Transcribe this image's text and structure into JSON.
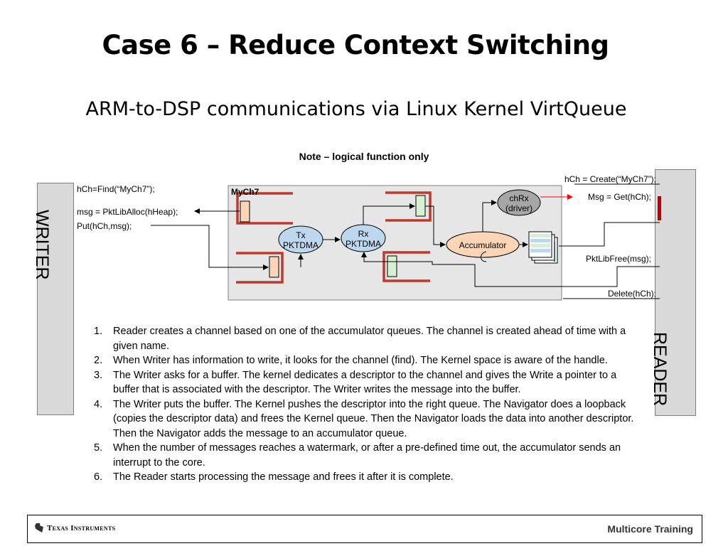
{
  "header": {
    "title": "Case 6 – Reduce Context Switching",
    "subtitle": "ARM-to-DSP communications via Linux Kernel VirtQueue",
    "note": "Note – logical function only"
  },
  "diagram": {
    "writer_label": "WRITER",
    "reader_label": "READER",
    "kernel_box_label": "MyCh7",
    "writer_calls": {
      "find": "hCh=Find(“MyCh7”);",
      "alloc": "msg = PktLibAlloc(hHeap);",
      "put": "Put(hCh,msg);"
    },
    "reader_calls": {
      "create": "hCh = Create(“MyCh7”);",
      "get": "Msg = Get(hCh);",
      "free": "PktLibFree(msg);",
      "delete": "Delete(hCh);"
    },
    "nodes": {
      "tx_line1": "Tx",
      "tx_line2": "PKTDMA",
      "rx_line1": "Rx",
      "rx_line2": "PKTDMA",
      "accumulator": "Accumulator",
      "chrx_line1": "chRx",
      "chrx_line2": "(driver)"
    },
    "colors": {
      "queue_red": "#c0392b",
      "tx_rx_fill": "#bdd7ee",
      "accumulator_fill": "#fbd5b5",
      "chrx_fill": "#a6a6a6",
      "kernel_fill": "#e7e6e6",
      "side_fill": "#d9d9d9",
      "interrupt_red": "#ff0000"
    }
  },
  "steps": [
    {
      "num": "1.",
      "text": "Reader creates a channel based on one of the accumulator queues. The channel is created ahead of time with a given name."
    },
    {
      "num": "2.",
      "text": "When Writer has information to write, it looks for the channel (find). The Kernel space is aware of the handle."
    },
    {
      "num": "3.",
      "text": "The Writer asks for a buffer. The kernel dedicates a descriptor to the channel and gives the Write a pointer to a buffer that is associated with the descriptor. The Writer writes the message into the buffer."
    },
    {
      "num": "4.",
      "text": "The Writer puts the buffer. The Kernel pushes the descriptor into the right queue. The Navigator does a loopback (copies the descriptor data) and frees the Kernel queue. Then the Navigator loads the data into another descriptor. Then the Navigator adds the message to an accumulator queue."
    },
    {
      "num": "5.",
      "text": "When the number of messages reaches a watermark, or after a pre-defined time out, the accumulator sends an interrupt to the core."
    },
    {
      "num": "6.",
      "text": "The Reader starts processing the message and frees it after it is complete."
    }
  ],
  "footer": {
    "logo_text": "Texas Instruments",
    "logo_icon": "ti-logo-icon",
    "training_label": "Multicore Training"
  }
}
